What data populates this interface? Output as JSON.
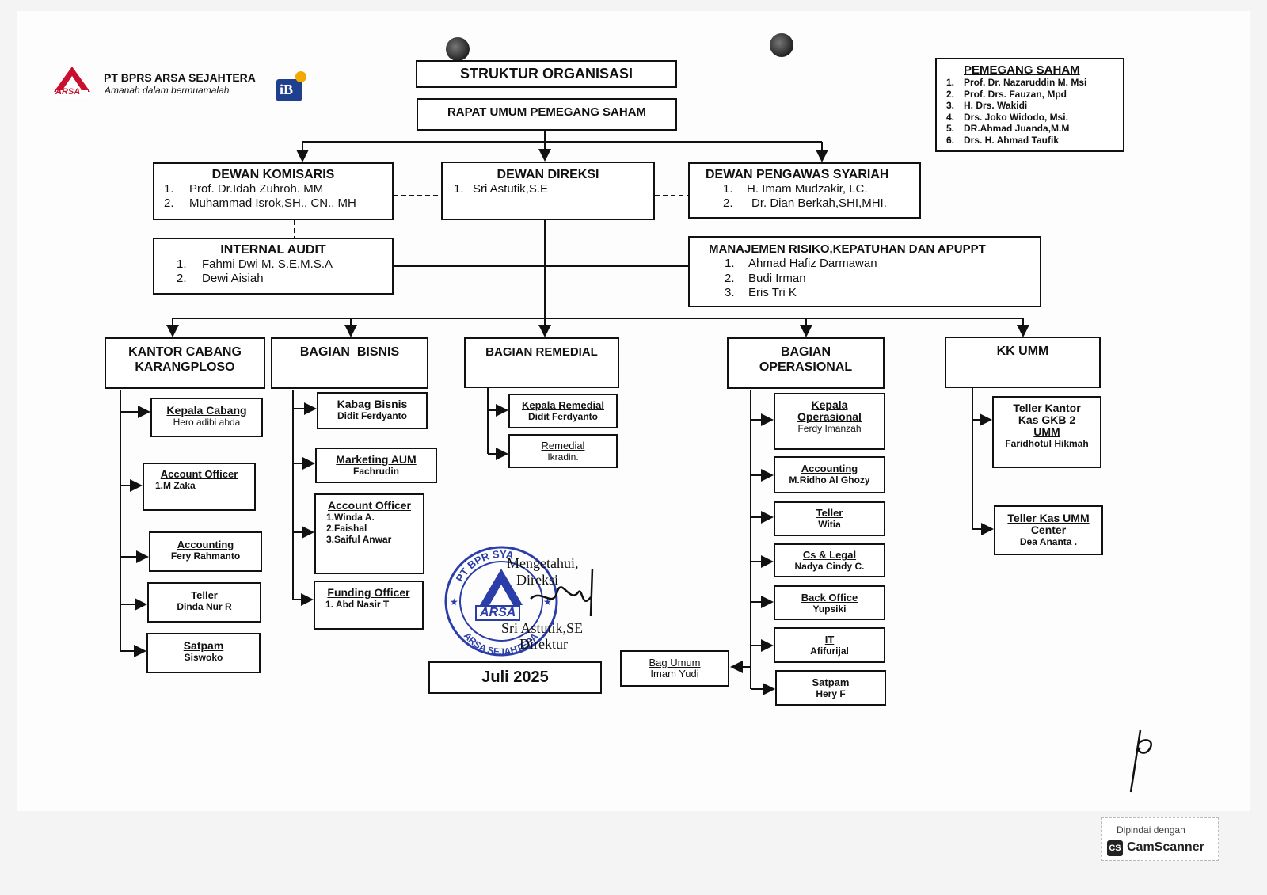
{
  "company": {
    "name": "PT BPRS ARSA SEJAHTERA",
    "tagline": "Amanah dalam bermuamalah",
    "logo_text": "ARSA",
    "ib_logo_text": "iB"
  },
  "title": "STRUKTUR ORGANISASI",
  "rups": "RAPAT UMUM PEMEGANG SAHAM",
  "pemegang_saham": {
    "title": "PEMEGANG SAHAM",
    "items": [
      {
        "n": "1.",
        "name": "Prof. Dr. Nazaruddin M. Msi"
      },
      {
        "n": "2.",
        "name": "Prof. Drs. Fauzan, Mpd"
      },
      {
        "n": "3.",
        "name": "H. Drs. Wakidi"
      },
      {
        "n": "4.",
        "name": "Drs. Joko Widodo, Msi."
      },
      {
        "n": "5.",
        "name": "DR.Ahmad Juanda,M.M"
      },
      {
        "n": "6.",
        "name": "Drs. H. Ahmad Taufik"
      }
    ]
  },
  "dewan_komisaris": {
    "title": "DEWAN KOMISARIS",
    "items": [
      {
        "n": "1.",
        "name": "Prof. Dr.Idah Zuhroh. MM"
      },
      {
        "n": "2.",
        "name": "Muhammad Isrok,SH., CN., MH"
      }
    ]
  },
  "dewan_direksi": {
    "title": "DEWAN DIREKSI",
    "items": [
      {
        "n": "1.",
        "name": "Sri Astutik,S.E"
      }
    ]
  },
  "dewan_pengawas": {
    "title": "DEWAN PENGAWAS SYARIAH",
    "items": [
      {
        "n": "1.",
        "name": "H. Imam Mudzakir, LC."
      },
      {
        "n": "2.",
        "name": "Dr. Dian Berkah,SHI,MHI."
      }
    ]
  },
  "internal_audit": {
    "title": "INTERNAL AUDIT",
    "items": [
      {
        "n": "1.",
        "name": "Fahmi Dwi M. S.E,M.S.A"
      },
      {
        "n": "2.",
        "name": "Dewi Aisiah"
      }
    ]
  },
  "manajemen_risiko": {
    "title": "MANAJEMEN RISIKO,KEPATUHAN DAN APUPPT",
    "items": [
      {
        "n": "1.",
        "name": "Ahmad Hafiz Darmawan"
      },
      {
        "n": "2.",
        "name": "Budi Irman"
      },
      {
        "n": "3.",
        "name": "Eris Tri K"
      }
    ]
  },
  "divisions": {
    "kantor_cabang": {
      "line1": "KANTOR CABANG",
      "line2": "KARANGPLOSO"
    },
    "bisnis": "BAGIAN  BISNIS",
    "remedial": "BAGIAN REMEDIAL",
    "operasional": {
      "line1": "BAGIAN",
      "line2": "OPERASIONAL"
    },
    "kk_umm": "KK UMM"
  },
  "cabang": {
    "kepala": {
      "title": "Kepala Cabang",
      "name": "Hero adibi abda"
    },
    "ao": {
      "title": "Account Officer",
      "name": "1.M Zaka"
    },
    "accounting": {
      "title": "Accounting",
      "name": "Fery Rahmanto"
    },
    "teller": {
      "title": "Teller",
      "name": "Dinda Nur R"
    },
    "satpam": {
      "title": "Satpam",
      "name": "Siswoko"
    }
  },
  "bisnis": {
    "kabag": {
      "title": "Kabag Bisnis",
      "name": "Didit Ferdyanto"
    },
    "marketing": {
      "title": "Marketing AUM",
      "name": "Fachrudin"
    },
    "ao": {
      "title": "Account Officer",
      "names": [
        "1.Winda A.",
        "2.Faishal",
        "3.Saiful Anwar"
      ]
    },
    "funding": {
      "title": "Funding Officer",
      "name": "1. Abd Nasir T"
    }
  },
  "remedial": {
    "kepala": {
      "title": "Kepala Remedial",
      "name": "Didit Ferdyanto"
    },
    "staff": {
      "title": "Remedial",
      "name": "Ikradin."
    }
  },
  "operasional": {
    "kepala": {
      "title1": "Kepala",
      "title2": "Operasional",
      "name": "Ferdy Imanzah"
    },
    "accounting": {
      "title": "Accounting",
      "name": "M.Ridho Al Ghozy"
    },
    "teller": {
      "title": "Teller",
      "name": "Witia"
    },
    "cs": {
      "title": "Cs & Legal",
      "name": "Nadya Cindy C."
    },
    "backoffice": {
      "title": "Back Office",
      "name": "Yupsiki"
    },
    "it": {
      "title": "IT",
      "name": "Afifurijal"
    },
    "satpam": {
      "title": "Satpam",
      "name": "Hery F"
    },
    "bag_umum": {
      "title": "Bag Umum",
      "name": "Imam Yudi"
    }
  },
  "kk_umm": {
    "teller_gkb": {
      "title1": "Teller Kantor",
      "title2": "Kas GKB 2",
      "title3": "UMM",
      "name": "Faridhotul Hikmah"
    },
    "teller_center": {
      "title1": "Teller Kas UMM",
      "title2": "Center",
      "name": "Dea Ananta ."
    }
  },
  "signature": {
    "line1": "Mengetahui,",
    "line2": "Direksi",
    "name": "Sri Astutik,SE",
    "role": "Direktur",
    "stamp_top": "PT BPR SYA",
    "stamp_bottom": "ARSA SEJAHTERA",
    "stamp_center": "ARSA"
  },
  "date": "Juli 2025",
  "scanner": {
    "line1": "Dipindai dengan",
    "brand": "CamScanner",
    "logo": "CS"
  }
}
